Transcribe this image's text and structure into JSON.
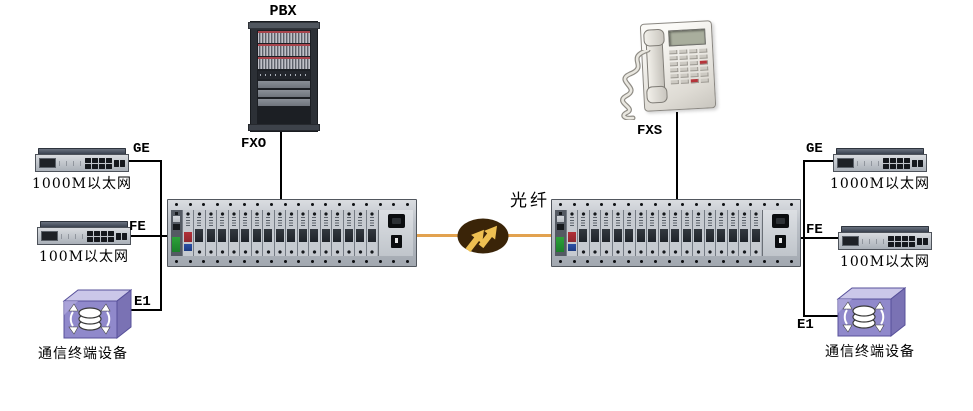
{
  "nodes": {
    "pbx": {
      "label": "PBX",
      "port": "FXO"
    },
    "phone": {
      "port": "FXS"
    },
    "fiber": {
      "label": "光纤"
    },
    "left": {
      "ge": {
        "port": "GE",
        "device": "1000M以太网"
      },
      "fe": {
        "port": "FE",
        "device": "100M以太网"
      },
      "e1": {
        "port": "E1",
        "device": "通信终端设备"
      }
    },
    "right": {
      "ge": {
        "port": "GE",
        "device": "1000M以太网"
      },
      "fe": {
        "port": "FE",
        "device": "100M以太网"
      },
      "e1": {
        "port": "E1",
        "device": "通信终端设备"
      }
    }
  },
  "colors": {
    "fiber_line": "#e2a24f",
    "fiber_icon_bg": "#3a2408",
    "fiber_icon_arrow": "#eec052",
    "connector_line": "#000000",
    "chassis_face": "#bcc1c8",
    "terminal_front": "#9089cb",
    "terminal_top": "#cbc7e9",
    "terminal_side": "#7a72b4"
  },
  "counts": {
    "chassis_cards": 18,
    "rail_screws": 18,
    "switch_ports": 8,
    "uplink_ports": 2,
    "phone_keys": 24
  }
}
